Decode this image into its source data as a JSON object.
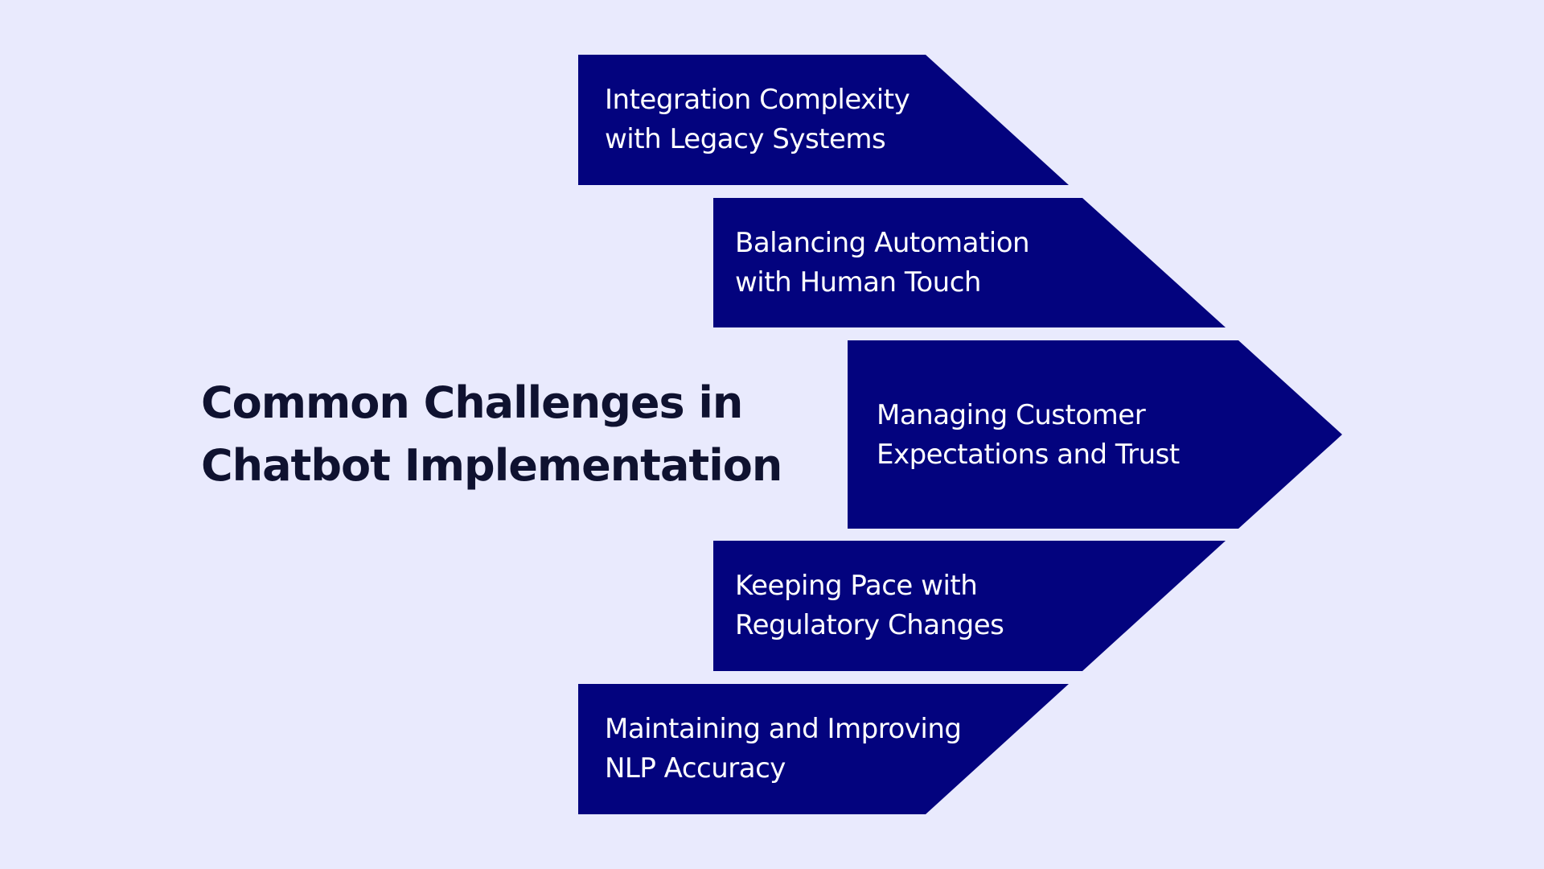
{
  "colors": {
    "background": "#E9EAFD",
    "arrow_fill": "#03037E",
    "title_text": "#0F1230",
    "label_text": "#FFFFFF"
  },
  "title": {
    "line1": "Common Challenges in",
    "line2": "Chatbot Implementation"
  },
  "challenges": [
    {
      "line1": "Integration Complexity",
      "line2": "with Legacy Systems"
    },
    {
      "line1": "Balancing Automation",
      "line2": "with Human Touch"
    },
    {
      "line1": "Managing Customer",
      "line2": "Expectations and Trust"
    },
    {
      "line1": "Keeping Pace with",
      "line2": "Regulatory Changes"
    },
    {
      "line1": "Maintaining and Improving",
      "line2": "NLP Accuracy"
    }
  ]
}
